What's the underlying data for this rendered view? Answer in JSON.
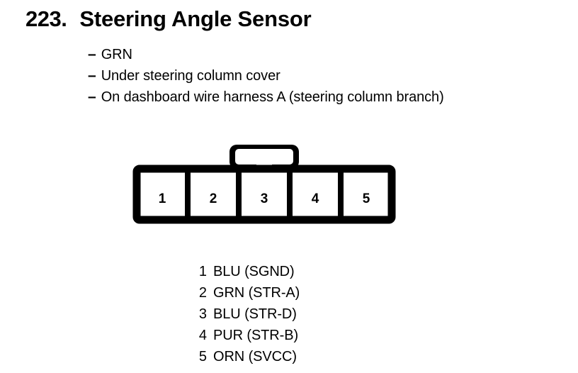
{
  "page": {
    "background_color": "#ffffff",
    "ink_color": "#000000"
  },
  "title": {
    "number": "223.",
    "text": "Steering Angle Sensor"
  },
  "notes": {
    "dash": "–",
    "items": [
      "GRN",
      "Under steering column cover",
      "On dashboard wire harness A (steering column branch)"
    ]
  },
  "connector": {
    "name": "5-way-connector",
    "cavity_count": 5,
    "cavity_labels": [
      "1",
      "2",
      "3",
      "4",
      "5"
    ],
    "latch": {
      "name": "connector-latch-tab",
      "position": "top-center",
      "over_cavity": "3"
    }
  },
  "pin_legend": {
    "rows": [
      {
        "pin": "1",
        "label": "BLU (SGND)"
      },
      {
        "pin": "2",
        "label": "GRN (STR-A)"
      },
      {
        "pin": "3",
        "label": "BLU (STR-D)"
      },
      {
        "pin": "4",
        "label": "PUR (STR-B)"
      },
      {
        "pin": "5",
        "label": "ORN (SVCC)"
      }
    ]
  }
}
